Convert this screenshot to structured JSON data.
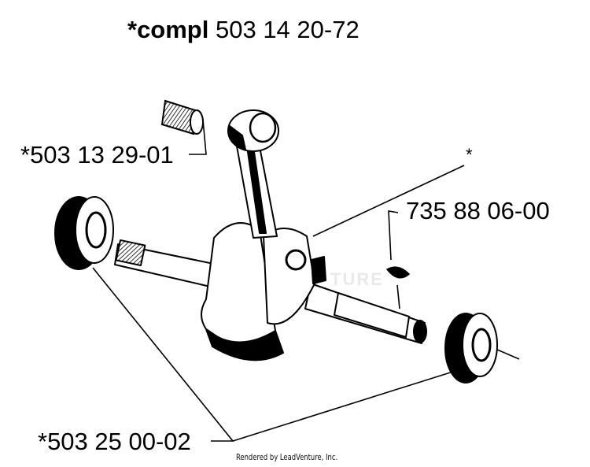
{
  "title": {
    "bold": "*compl",
    "number": "503 14 20-72"
  },
  "callouts": {
    "needle_bearing": "*503 13 29-01",
    "asterisk": "*",
    "key": "735 88 06-00",
    "main_bearing": "*503 25 00-02"
  },
  "credit": "Rendered by LeadVenture, Inc.",
  "watermark": "TURE"
}
